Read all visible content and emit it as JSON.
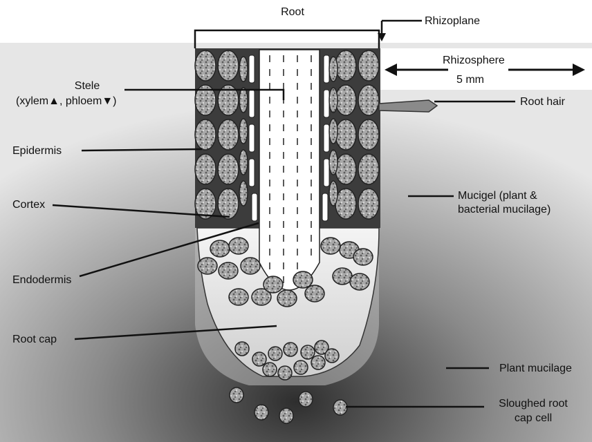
{
  "labels": {
    "root": "Root",
    "rhizoplane": "Rhizoplane",
    "rhizosphere": "Rhizosphere",
    "scale": "5 mm",
    "stele_line1": "Stele",
    "stele_line2_a": "(xylem",
    "stele_line2_b": ", phloem",
    "stele_line2_c": ")",
    "root_hair": "Root hair",
    "epidermis": "Epidermis",
    "cortex": "Cortex",
    "mucigel_line1": "Mucigel (plant &",
    "mucigel_line2": "bacterial mucilage)",
    "endodermis": "Endodermis",
    "root_cap": "Root cap",
    "plant_mucilage": "Plant mucilage",
    "sloughed_line1": "Sloughed root",
    "sloughed_line2": "cap cell"
  },
  "colors": {
    "soil_dark": "#3a3a3a",
    "soil_light": "#e4e4e4",
    "cell_fill": "#9a9a9a",
    "cell_outline": "#222222",
    "stele_fill": "#ffffff",
    "line": "#111111"
  },
  "icons": {
    "xylem_arrow": "arrow-up-icon",
    "phloem_arrow": "arrow-down-icon"
  }
}
